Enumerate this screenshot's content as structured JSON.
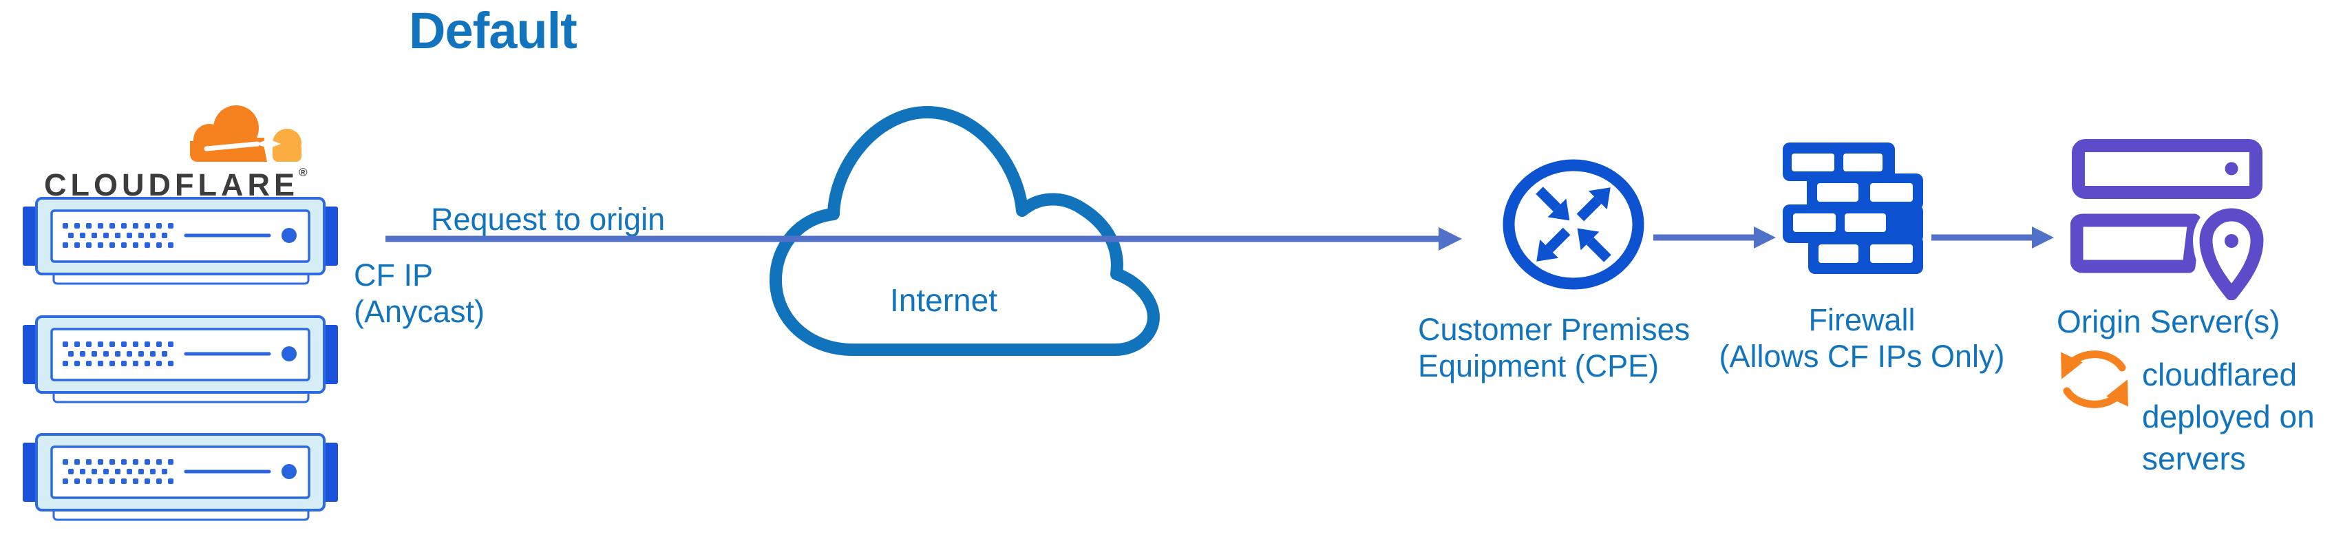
{
  "title": "Default",
  "logo": {
    "wordmark": "CLOUDFLARE",
    "registered_mark": "®"
  },
  "edge_servers": {
    "count": 3,
    "icon": "edge-server-icon"
  },
  "flow": {
    "request_label": "Request to origin",
    "cf_ip_line1": "CF IP",
    "cf_ip_line2": "(Anycast)"
  },
  "internet": {
    "label": "Internet"
  },
  "cpe": {
    "label_line1": "Customer Premises",
    "label_line2": "Equipment (CPE)"
  },
  "firewall": {
    "label_line1": "Firewall",
    "label_line2": "(Allows CF IPs Only)"
  },
  "origin": {
    "label": "Origin Server(s)",
    "note_line1": "cloudflared",
    "note_line2": "deployed on",
    "note_line3": "servers"
  },
  "icons": {
    "cloudflare_logo": "cloudflare-cloud-icon",
    "edge_server": "edge-server-icon",
    "internet": "internet-cloud-icon",
    "flow_arrows": "flow-arrow-icon",
    "cpe": "cpe-router-icon",
    "firewall": "firewall-brick-icon",
    "origin": "origin-servers-icon",
    "location_pin": "location-pin-icon",
    "cloudflared": "sync-refresh-icon"
  },
  "colors": {
    "label_blue": "#1274bd",
    "arrow_slate": "#5071c7",
    "icon_royal_blue": "#0d52d1",
    "server_border_blue": "#2e6be2",
    "server_tab_blue": "#1b52db",
    "server_fill_light": "#d6edf5",
    "server_dot_blue": "#2a63e0",
    "internet_cloud_stroke": "#1173bc",
    "origin_purple": "#5d4cc9",
    "cf_orange": "#f6821f",
    "cf_orange_light": "#fbad41",
    "wordmark_dark": "#3c3c3d"
  }
}
